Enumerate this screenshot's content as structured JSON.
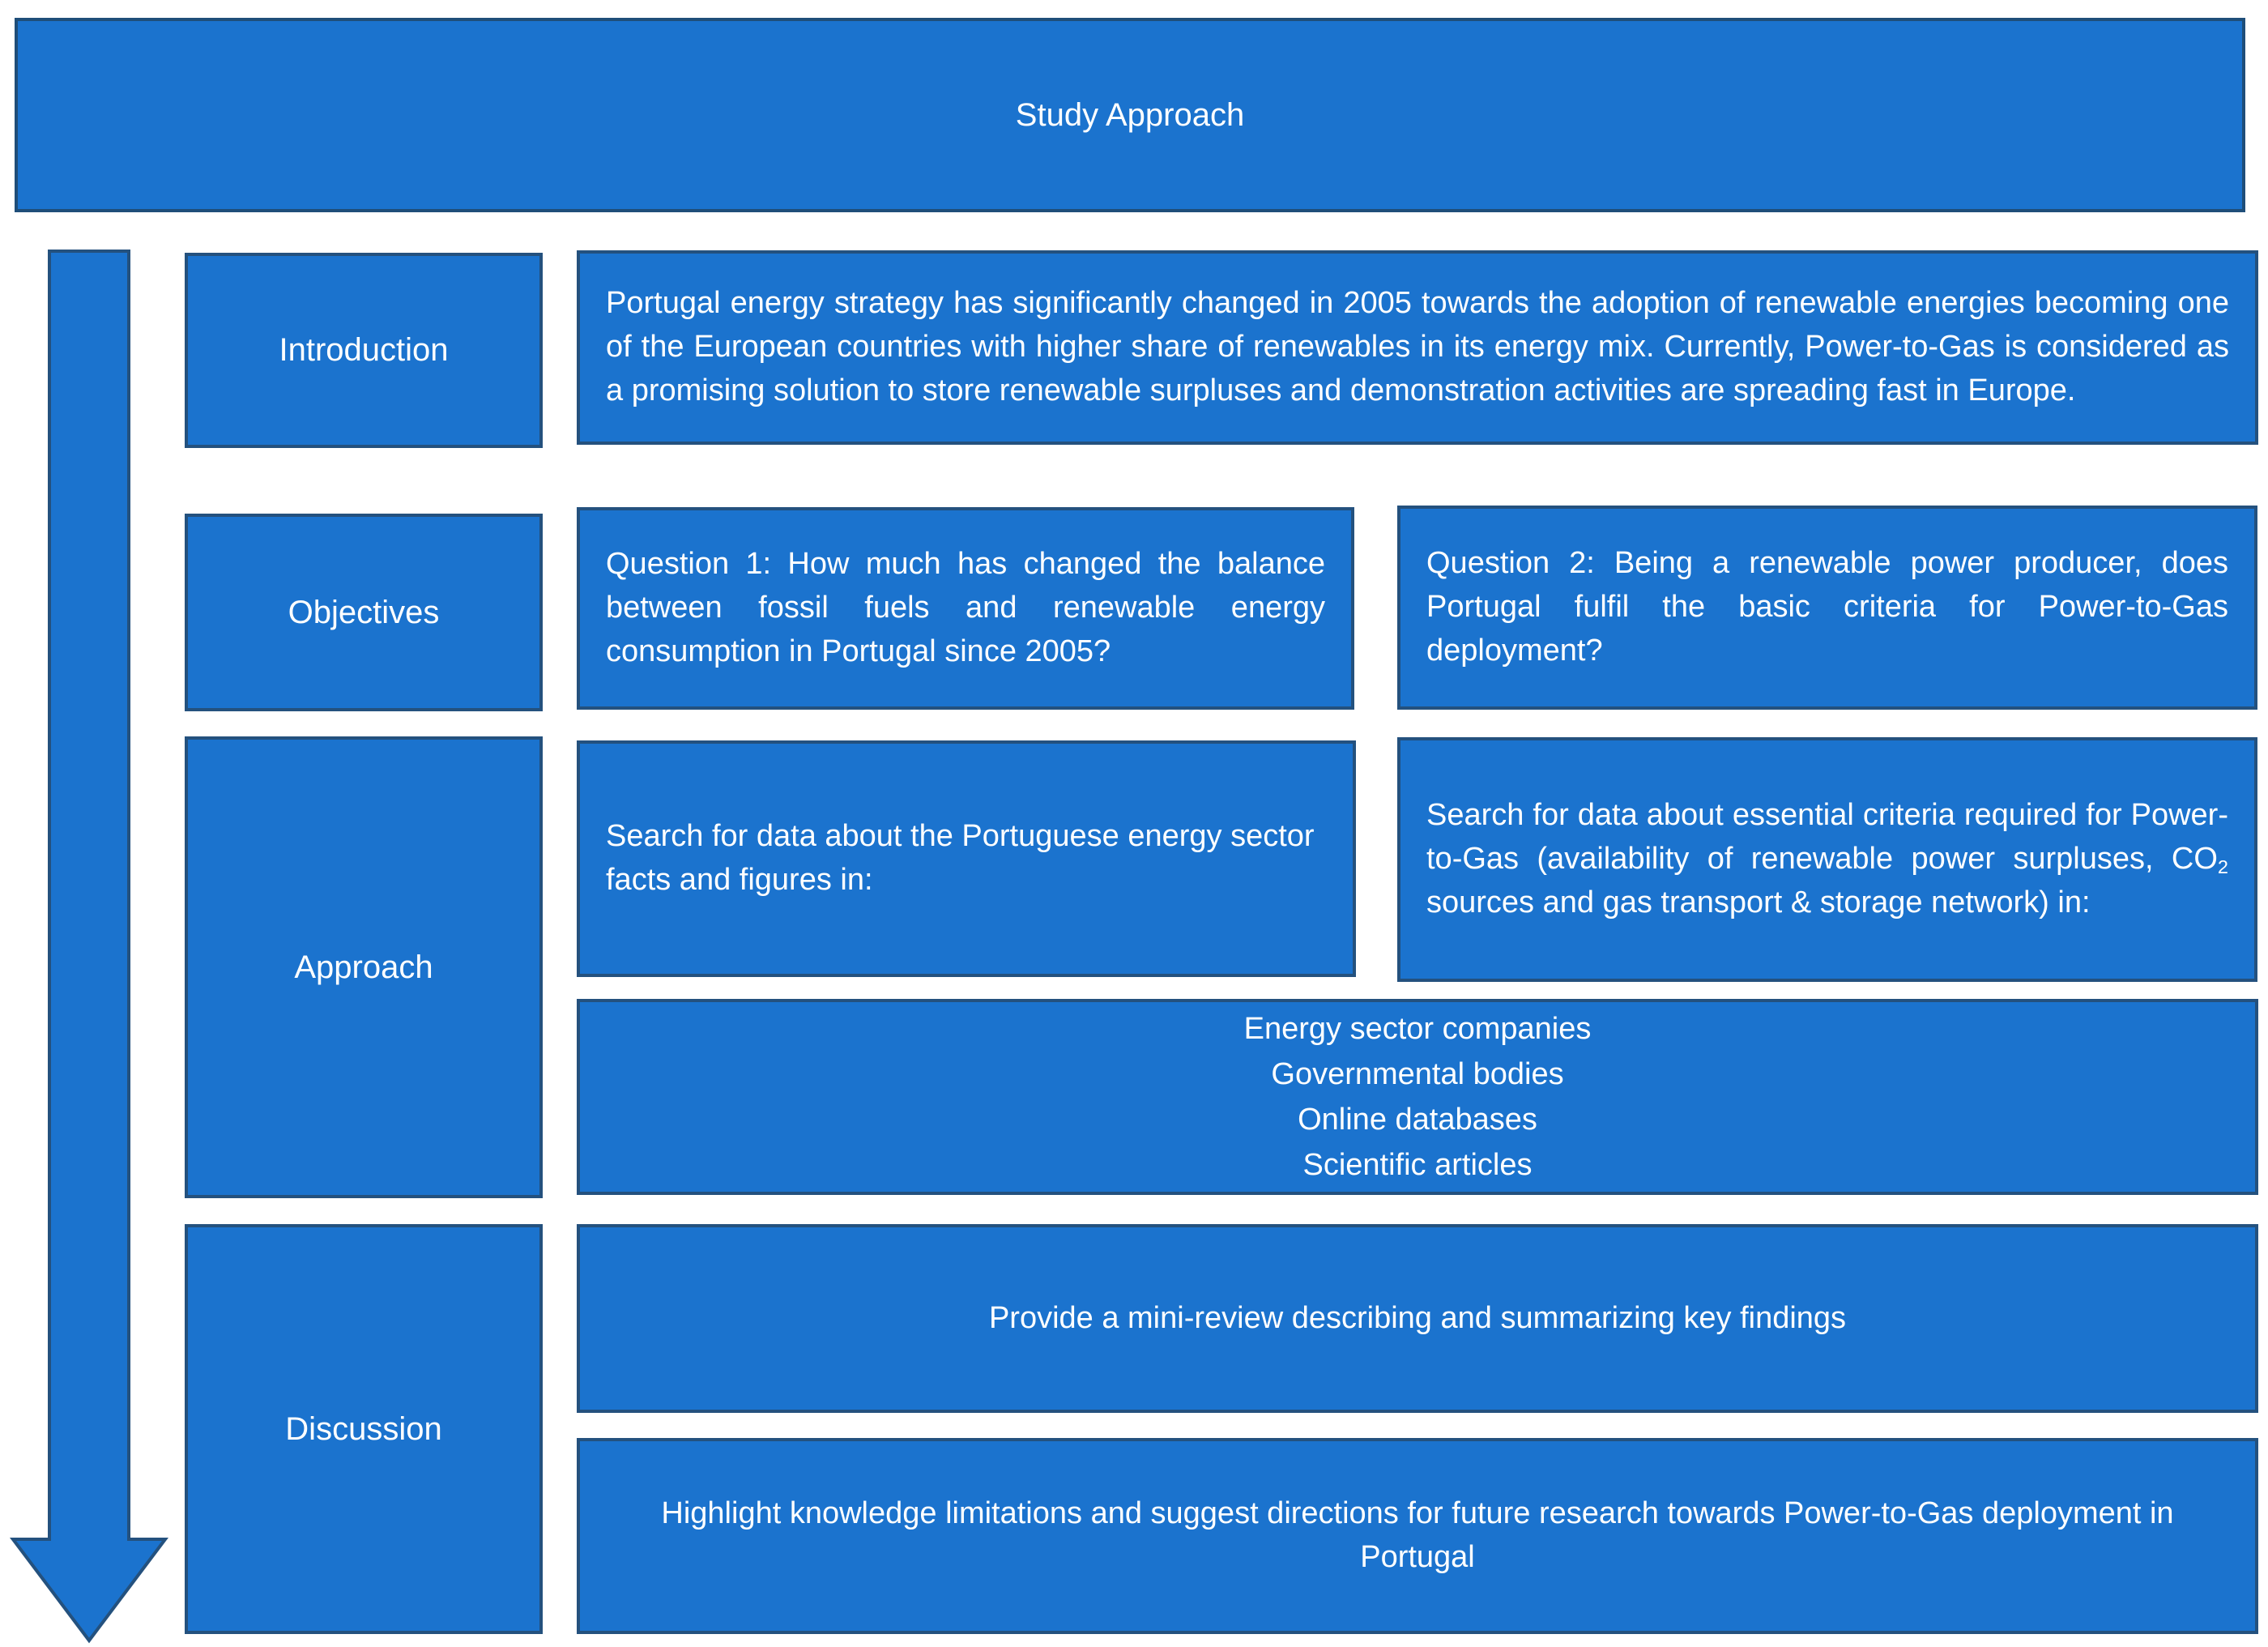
{
  "title": {
    "text": "Study Approach"
  },
  "colors": {
    "box_fill": "#1b73ce",
    "box_border": "#24517e",
    "title_border": "#1f4e79",
    "text": "#ffffff",
    "background": "#ffffff"
  },
  "sections": {
    "introduction": {
      "label": "Introduction",
      "body": "Portugal energy strategy has significantly changed in 2005 towards the adoption of renewable energies becoming one of the European countries with higher share of renewables in its energy mix. Currently, Power-to-Gas is considered as a promising solution to store renewable surpluses and demonstration activities are spreading fast in Europe."
    },
    "objectives": {
      "label": "Objectives",
      "question1": "Question 1: How much has changed the balance between fossil fuels and renewable energy consumption in Portugal since 2005?",
      "question2": "Question 2: Being a renewable power producer, does Portugal fulfil the basic criteria for Power-to-Gas deployment?"
    },
    "approach": {
      "label": "Approach",
      "search_left": "Search for data about the Portuguese energy sector facts and figures in:",
      "search_right": {
        "pre": "Search for data about essential criteria required for Power-to-Gas (availability of renewable power surpluses, CO",
        "sub": "2",
        "post": " sources and gas transport & storage network) in:"
      },
      "sources": [
        "Energy sector companies",
        "Governmental bodies",
        "Online databases",
        "Scientific articles"
      ]
    },
    "discussion": {
      "label": "Discussion",
      "mini_review": "Provide a mini-review describing and summarizing key findings",
      "future": "Highlight knowledge limitations and suggest directions for future research towards Power-to-Gas deployment in Portugal"
    }
  },
  "icons": {
    "flow_arrow": "down-arrow"
  }
}
